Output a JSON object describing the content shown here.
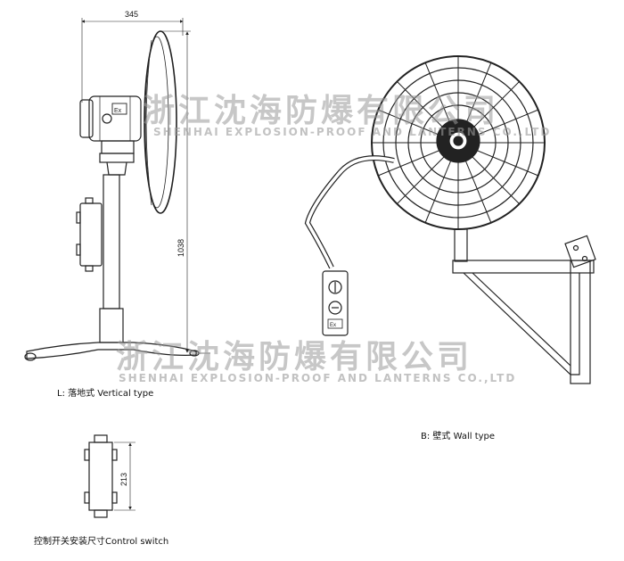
{
  "dimensions": {
    "width_top": "345",
    "height_stand": "1038",
    "height_switch": "213"
  },
  "labels": {
    "vertical_type": "L:  落地式 Vertical type",
    "wall_type": "B:  壁式 Wall type",
    "control_switch": "控制开关安装尺寸Control switch"
  },
  "markings": {
    "ex_plate": "Ex"
  },
  "watermark": {
    "company_cn": "浙江沈海防爆有限公司",
    "company_en": "SHENHAI EXPLOSION-PROOF AND LANTERNS CO.,LTD"
  },
  "colors": {
    "line": "#222222",
    "watermark": "#9a9a9a"
  }
}
